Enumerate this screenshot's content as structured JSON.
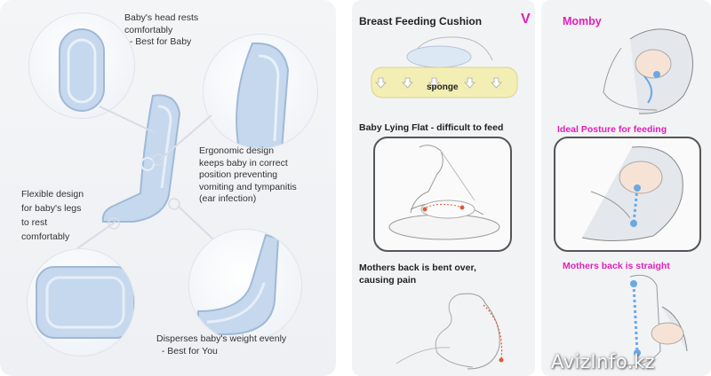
{
  "left": {
    "head_caption": "Baby's head rests\ncomfortably\n  - Best for Baby",
    "ergonomic_caption": "Ergonomic design\nkeeps baby in correct\nposition preventing\nvomiting and tympanitis\n(ear infection)",
    "legs_caption": "Flexible design\nfor baby's legs\nto rest\ncomfortably",
    "weight_caption": "Disperses baby's weight evenly\n  - Best for You"
  },
  "middle": {
    "title": "Breast Feeding Cushion",
    "mark": "V",
    "sponge_label": "sponge",
    "lying_caption": "Baby Lying Flat - difficult to feed",
    "back_caption": "Mothers back is bent over,\ncausing pain"
  },
  "right": {
    "title": "Momby",
    "posture_caption": "Ideal Posture for feeding",
    "straight_caption": "Mothers back is straight"
  },
  "watermark": "AvizInfo.kz",
  "colors": {
    "accent": "#e020b8",
    "cushion": "#b8d0ea",
    "sponge": "#f3efb4"
  }
}
